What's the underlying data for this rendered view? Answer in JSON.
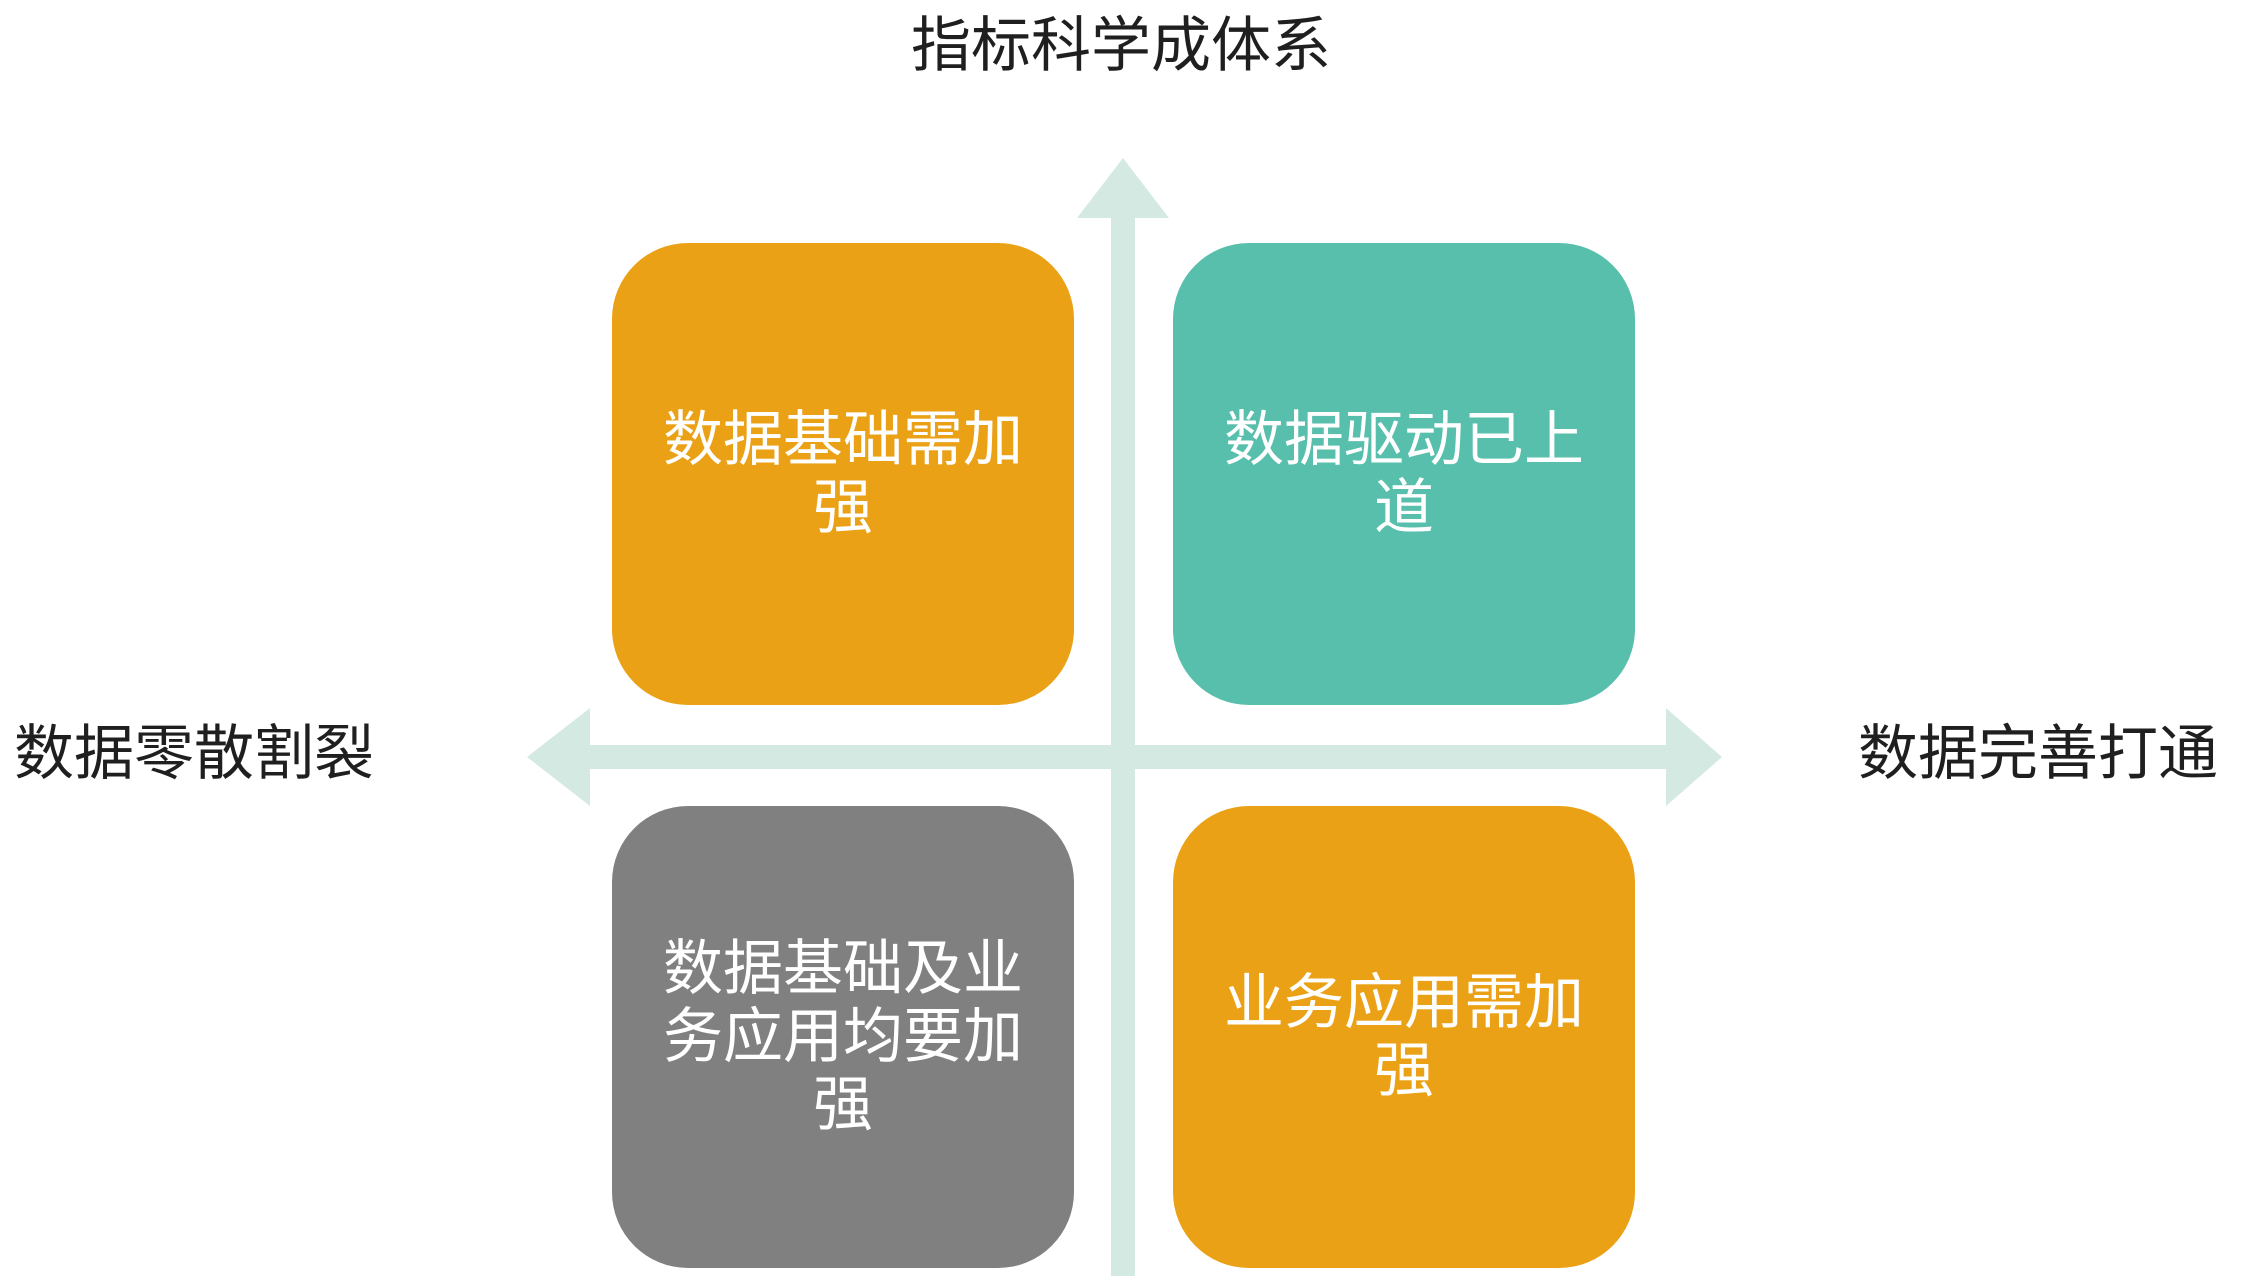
{
  "axes": {
    "top_label": "指标科学成体系",
    "left_label": "数据零散割裂",
    "right_label": "数据完善打通"
  },
  "quadrants": {
    "top_left": {
      "text": "数据基础需加强",
      "color": "#EBA116"
    },
    "top_right": {
      "text": "数据驱动已上道",
      "color": "#58BFAD"
    },
    "bottom_left": {
      "text": "数据基础及业务应用均要加强",
      "color": "#808080"
    },
    "bottom_right": {
      "text": "业务应用需加强",
      "color": "#EBA116"
    }
  },
  "colors": {
    "axis_arrow": "#D4E9E2",
    "label_text": "#1f1f1f",
    "quad_text": "#ffffff"
  }
}
